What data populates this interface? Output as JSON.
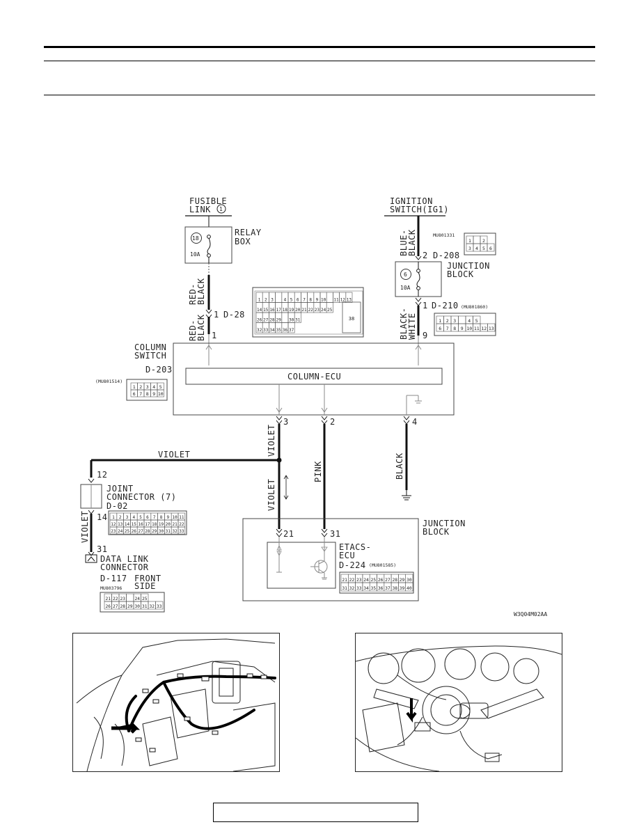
{
  "diagram": {
    "top_sources": {
      "fusible_link": [
        "FUSIBLE",
        "LINK"
      ],
      "fusible_link_number": "1",
      "ignition_switch": [
        "IGNITION",
        "SWITCH(IG1)"
      ]
    },
    "relay_box": {
      "label": [
        "RELAY",
        "BOX"
      ],
      "fuse_number": "18",
      "fuse_rating": "10A"
    },
    "junction_block_fuse": {
      "label": [
        "JUNCTION",
        "BLOCK"
      ],
      "fuse_number": "6",
      "fuse_rating": "10A"
    },
    "wires": {
      "red_black_left": [
        "RED-",
        "BLACK"
      ],
      "red_black_right": [
        "RED-",
        "BLACK"
      ],
      "blue_black": [
        "BLUE-",
        "BLACK"
      ],
      "black_white": [
        "BLACK-",
        "WHITE"
      ],
      "violet_horizontal": "VIOLET",
      "violet_col3_upper": "VIOLET",
      "violet_col3_lower": "VIOLET",
      "pink": "PINK",
      "black": "BLACK",
      "violet_left": "VIOLET"
    },
    "pins": {
      "d28_pin": "1",
      "d28_id": "D-28",
      "col_pin_1": "1",
      "d208_pin": "2",
      "d208_id": "D-208",
      "d210_pin": "1",
      "d210_id": "D-210",
      "col_pin_9": "9",
      "col_pin_3": "3",
      "col_pin_2": "2",
      "col_pin_4": "4",
      "joint_pin_12": "12",
      "joint_pin_14": "14",
      "dlc_pin_31": "31",
      "etacs_pin_21": "21",
      "etacs_pin_31": "31"
    },
    "column_switch": {
      "label": [
        "COLUMN",
        "SWITCH"
      ],
      "id": "D-203",
      "ecu_label": "COLUMN-ECU"
    },
    "joint_connector": {
      "label": [
        "JOINT",
        "CONNECTOR (7)"
      ],
      "id": "D-02"
    },
    "data_link_connector": {
      "label": [
        "DATA LINK",
        "CONNECTOR"
      ],
      "id": "D-117",
      "side": [
        "FRONT",
        "SIDE"
      ],
      "part": "MU803796",
      "face_rows": [
        [
          "21",
          "22",
          "23",
          "",
          "24",
          "25"
        ],
        [
          "26",
          "27",
          "28",
          "29",
          "30",
          "31",
          "32",
          "33"
        ]
      ]
    },
    "junction_block_bottom": {
      "label": [
        "JUNCTION",
        "BLOCK"
      ],
      "ecu_label": [
        "ETACS-",
        "ECU"
      ],
      "id": "D-224",
      "part": "(MU801585)"
    },
    "part_numbers": {
      "d208": "MU801331",
      "d210": "(MU801860)",
      "d203": "(MU801514)"
    },
    "connector_faces": {
      "d208_rows": [
        [
          "1",
          "",
          "2"
        ],
        [
          "3",
          "4",
          "5",
          "6"
        ]
      ],
      "d210_rows": [
        [
          "1",
          "2",
          "3",
          "",
          "4",
          "5"
        ],
        [
          "6",
          "7",
          "8",
          "9",
          "10",
          "11",
          "12",
          "13"
        ]
      ],
      "d203_rows": [
        [
          "1",
          "2",
          "3",
          "4",
          "5"
        ],
        [
          "6",
          "7",
          "8",
          "9",
          "10"
        ]
      ],
      "d02_rows": [
        [
          "1",
          "2",
          "3",
          "4",
          "5",
          "6",
          "7",
          "8",
          "9",
          "10",
          "11"
        ],
        [
          "12",
          "13",
          "14",
          "15",
          "16",
          "17",
          "18",
          "19",
          "20",
          "21",
          "22"
        ],
        [
          "23",
          "24",
          "25",
          "26",
          "27",
          "28",
          "29",
          "30",
          "31",
          "32",
          "33"
        ]
      ],
      "d224_rows": [
        [
          "21",
          "22",
          "23",
          "24",
          "25",
          "26",
          "27",
          "28",
          "29",
          "30"
        ],
        [
          "31",
          "32",
          "33",
          "34",
          "35",
          "36",
          "37",
          "38",
          "39",
          "40"
        ]
      ],
      "d28_rows": [
        [
          "1",
          "2",
          "3",
          "",
          "4",
          "5",
          "6",
          "7",
          "8",
          "9",
          "10",
          "",
          "11",
          "12",
          "13"
        ],
        [
          "14",
          "15",
          "16",
          "17",
          "18",
          "19",
          "20",
          "21",
          "22",
          "23",
          "24",
          "25"
        ],
        [
          "26",
          "27",
          "28",
          "29",
          "",
          "30",
          "31"
        ],
        [
          "32",
          "33",
          "34",
          "35",
          "36",
          "37"
        ]
      ],
      "d28_big": "38"
    },
    "figure_code": "W3Q04M02AA"
  },
  "photos": {
    "left": "dashboard-harness-illustration",
    "right": "column-switch-illustration"
  }
}
